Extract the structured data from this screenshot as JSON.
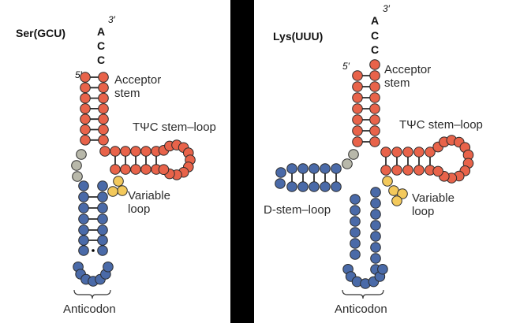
{
  "colors": {
    "acceptor": "#e8634a",
    "d_arm": "#4a6aa8",
    "variable": "#f3c95c",
    "linker": "#b8b8aa",
    "outline": "#2a2a2a",
    "background": "#000000"
  },
  "panels": [
    {
      "title": "Ser(GCU)",
      "tail": [
        "A",
        "C",
        "C"
      ],
      "three_prime": "3′",
      "five_prime": "5′",
      "acceptor_label": [
        "Acceptor",
        "stem"
      ],
      "tpsic_label": "TΨC stem–loop",
      "variable_label": [
        "Variable",
        "loop"
      ],
      "anticodon_label": "Anticodon"
    },
    {
      "title": "Lys(UUU)",
      "tail": [
        "A",
        "C",
        "C"
      ],
      "three_prime": "3′",
      "five_prime": "5′",
      "acceptor_label": [
        "Acceptor",
        "stem"
      ],
      "tpsic_label": "TΨC stem–loop",
      "variable_label": [
        "Variable",
        "loop"
      ],
      "dstem_label": "D-stem–loop",
      "anticodon_label": "Anticodon"
    }
  ]
}
